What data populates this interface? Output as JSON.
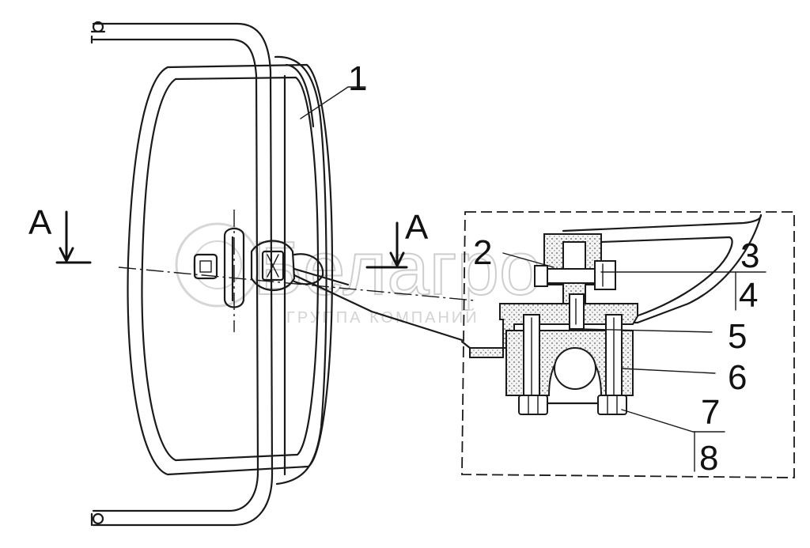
{
  "section_label_left": "A",
  "section_label_right": "A",
  "callouts": {
    "c1": "1",
    "c2": "2",
    "c3": "3",
    "c4": "4",
    "c5": "5",
    "c6": "6",
    "c7": "7",
    "c8": "8"
  },
  "watermark": {
    "brand": "Белагро",
    "subtitle": "ГРУППА КОМПАНИЙ"
  }
}
